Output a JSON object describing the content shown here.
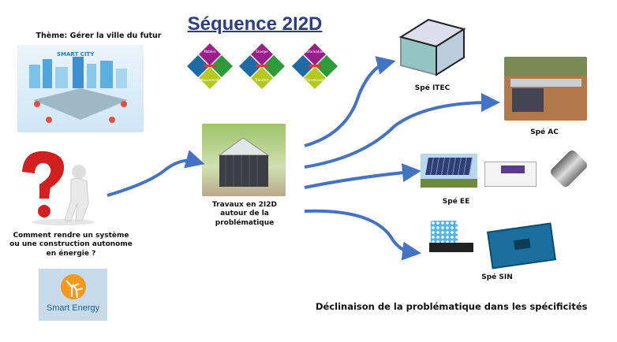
{
  "title": "Séquence 2I2D",
  "theme": "Thème: Gérer la ville du futur",
  "smart_city_label": "SMART CITY",
  "question": "Comment rendre un système ou une construction autonome en énergie ?",
  "smart_energy_label": "Smart Energy",
  "diamonds": [
    {
      "top": "Matière",
      "bottom": "Mouvement"
    },
    {
      "top": "Énergie",
      "bottom": "Transfert"
    },
    {
      "top": "Information",
      "bottom": "Transmission"
    }
  ],
  "center_text": "Travaux en 2I2D autour de la problématique",
  "specialties": [
    {
      "label": "Spé ITEC"
    },
    {
      "label": "Spé AC"
    },
    {
      "label": "Spé EE"
    },
    {
      "label": "Spé SIN"
    }
  ],
  "footer": "Déclinaison de la problématique dans les spécificités",
  "colors": {
    "arrow": "#4472c4",
    "title": "#2e3f7f",
    "purple": "#9b1f8a",
    "green": "#2e9a3a",
    "blue": "#1f6aa5",
    "lime": "#b5c81c"
  }
}
